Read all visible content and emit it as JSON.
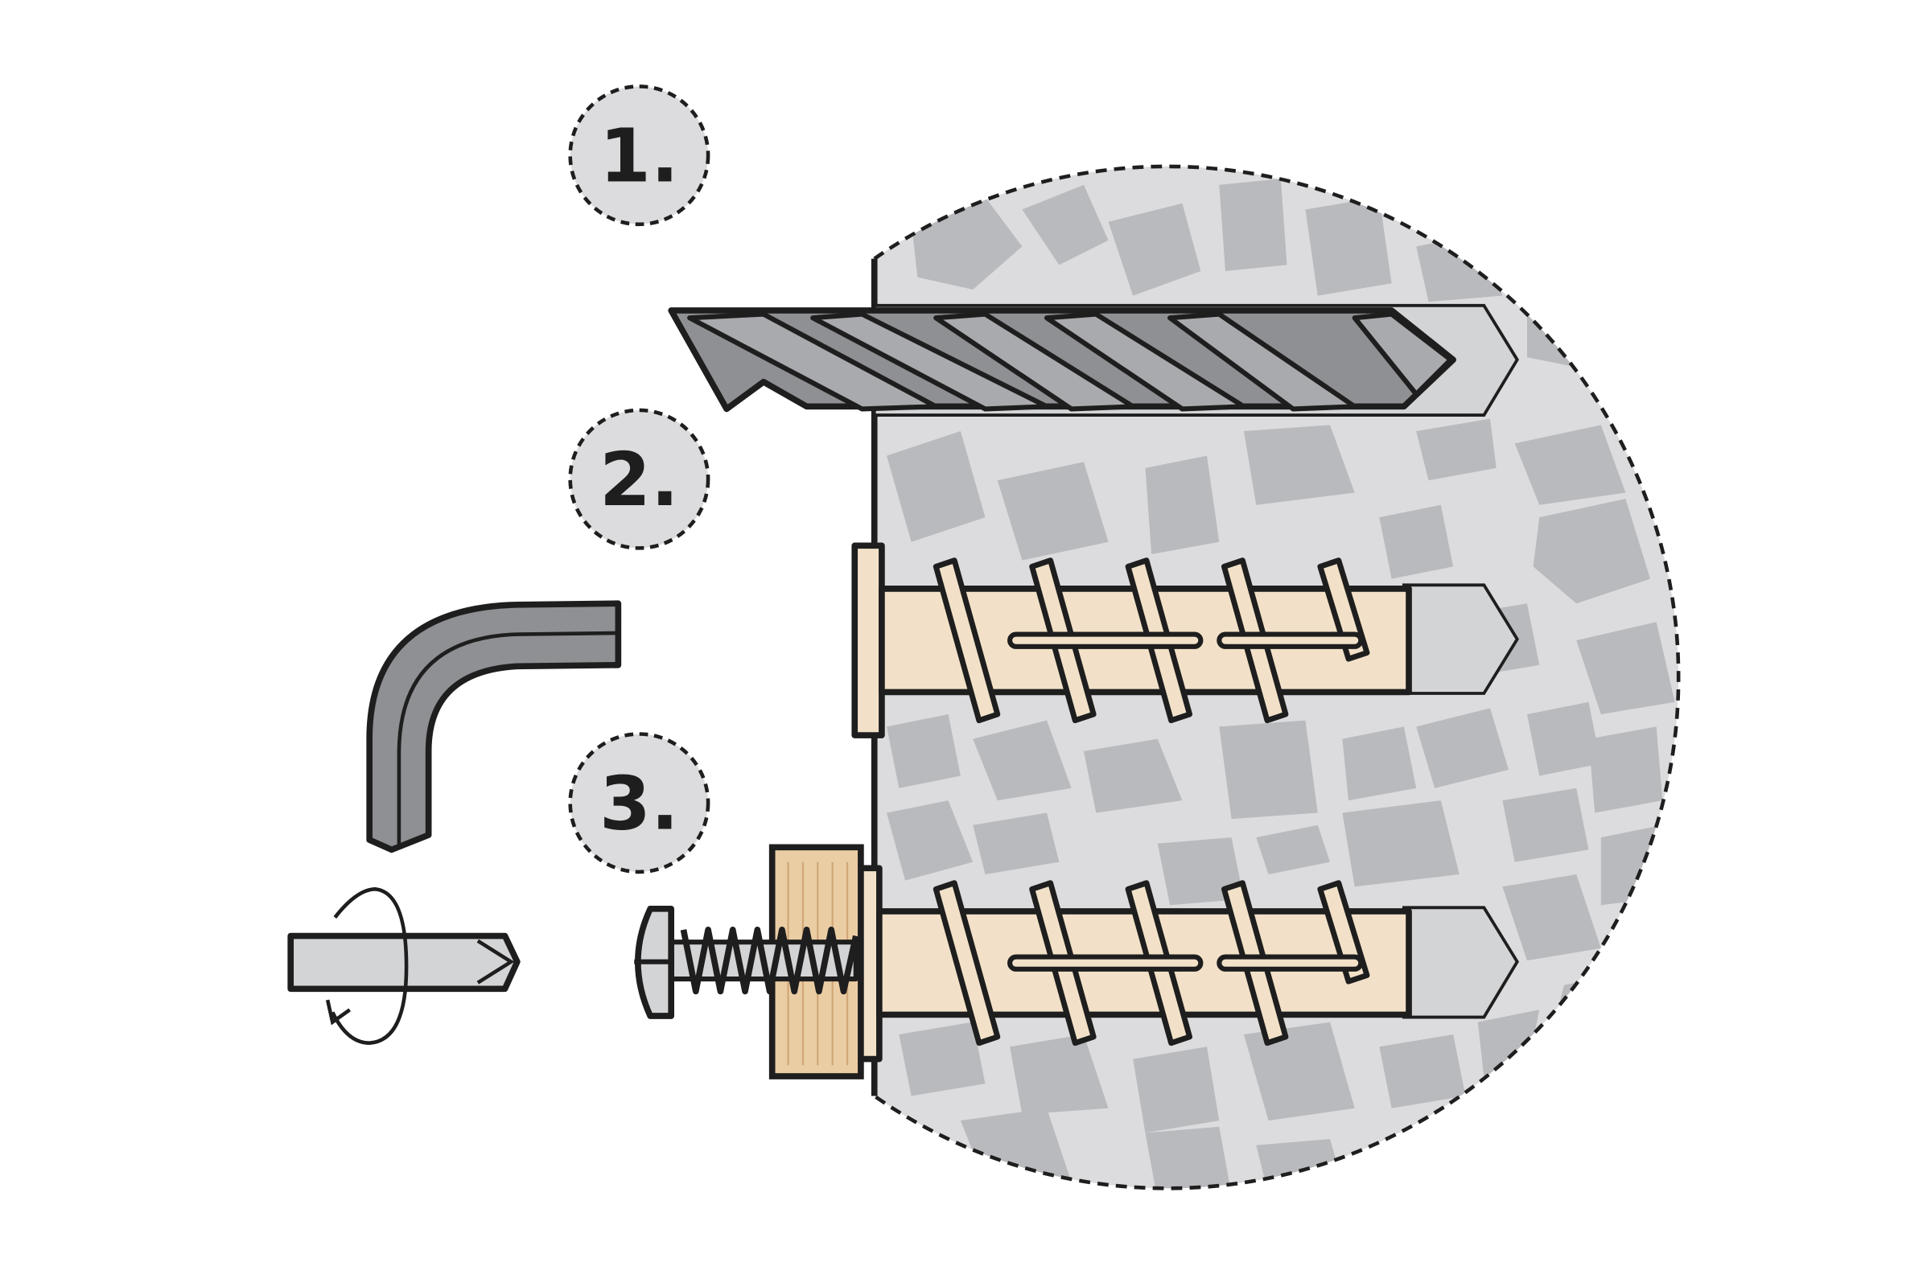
{
  "steps": [
    {
      "label": "1.",
      "description_icon": "drill-bit"
    },
    {
      "label": "2.",
      "description_icon": "wall-plug"
    },
    {
      "label": "3.",
      "description_icon": "screw-through-wood"
    }
  ],
  "tools": [
    "hex-key",
    "screwdriver-bit-rotate"
  ],
  "colors": {
    "outline": "#1e1e1e",
    "wall": "#dcdcde",
    "stone": "#b9babd",
    "drill": "#8f9093",
    "plug": "#f2e1c8",
    "wood": "#ebcda4",
    "hole": "#d3d4d6"
  }
}
